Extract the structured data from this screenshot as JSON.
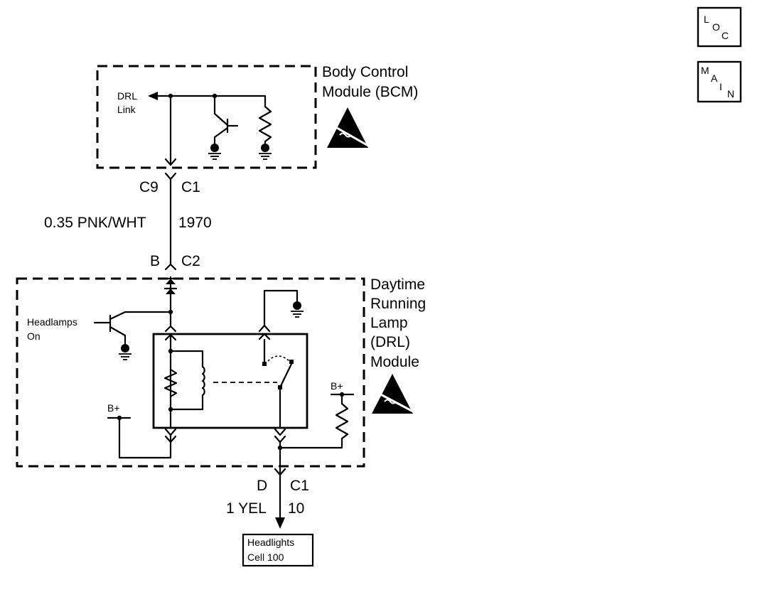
{
  "nav": {
    "loc": {
      "l": "L",
      "o": "O",
      "c": "C"
    },
    "main": {
      "m": "M",
      "a": "A",
      "i": "I",
      "n": "N"
    }
  },
  "bcm": {
    "title_line1": "Body Control",
    "title_line2": "Module (BCM)",
    "drl_link_line1": "DRL",
    "drl_link_line2": "Link"
  },
  "connectors": {
    "top_left": "C9",
    "top_right": "C1",
    "mid_left": "B",
    "mid_right": "C2",
    "bottom_left": "D",
    "bottom_right": "C1"
  },
  "wires": {
    "upper_color": "0.35 PNK/WHT",
    "upper_circuit": "1970",
    "lower_color": "1 YEL",
    "lower_circuit": "10"
  },
  "drl": {
    "title_line1": "Daytime",
    "title_line2": "Running",
    "title_line3": "Lamp",
    "title_line4": "(DRL)",
    "title_line5": "Module",
    "headlamps_line1": "Headlamps",
    "headlamps_line2": "On",
    "bplus_left": "B+",
    "bplus_right": "B+"
  },
  "ref": {
    "line1": "Headlights",
    "line2": "Cell 100"
  }
}
